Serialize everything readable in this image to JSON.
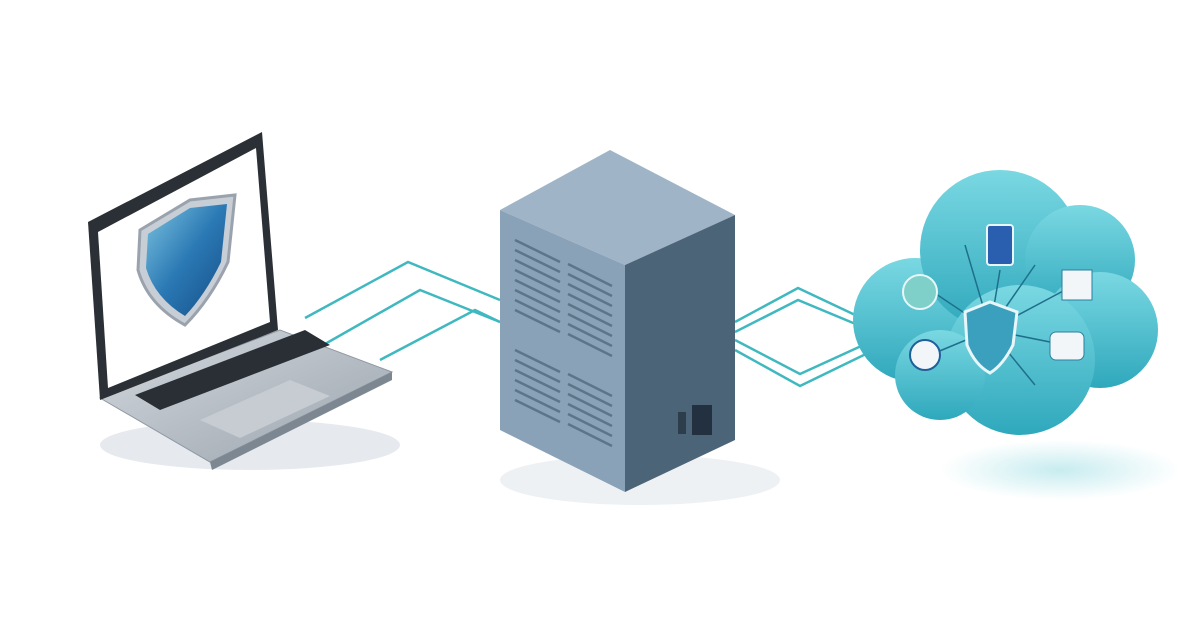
{
  "scene": {
    "nodes": [
      {
        "id": "laptop",
        "icon": "laptop-with-shield-icon"
      },
      {
        "id": "server",
        "icon": "server-tower-icon"
      },
      {
        "id": "cloud",
        "icon": "cloud-security-icon"
      }
    ],
    "connections": [
      {
        "from": "laptop",
        "to": "server",
        "style": "double-line"
      },
      {
        "from": "server",
        "to": "cloud",
        "style": "double-line"
      }
    ],
    "cloud_icons": [
      "document-icon",
      "shield-icon",
      "list-icon",
      "spreadsheet-icon",
      "hexagon-icon",
      "cloud-chart-icon"
    ]
  },
  "colors": {
    "background": "#ffffff",
    "connector": "#3fb8c0",
    "laptop_body": "#b8c0c8",
    "server_front": "#8aa2b8",
    "server_side": "#5f7890",
    "server_top": "#9fb4c6",
    "cloud": "#4cc0d0",
    "shield": "#2a6fa8"
  }
}
